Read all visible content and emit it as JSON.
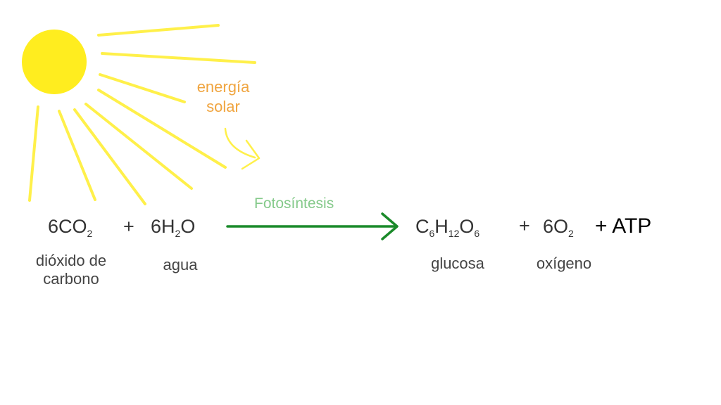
{
  "colors": {
    "sun": "#ffed1f",
    "rays": "#fff04a",
    "energy_text": "#f0a540",
    "process_text": "#84c98a",
    "arrow": "#1a8a2a",
    "formula_text": "#333333",
    "atp_text": "#000000"
  },
  "sun": {
    "icon": "sun-icon",
    "energy_line1": "energía",
    "energy_line2": "solar"
  },
  "process": {
    "label": "Fotosíntesis",
    "icon": "reaction-arrow-icon"
  },
  "reactants": [
    {
      "coef": "6",
      "parts": [
        [
          "C",
          ""
        ],
        [
          "O",
          "2"
        ]
      ],
      "label_lines": [
        "dióxido de",
        "carbono"
      ]
    },
    {
      "coef": "6",
      "parts": [
        [
          "H",
          "2"
        ],
        [
          "O",
          ""
        ]
      ],
      "label_lines": [
        "agua"
      ]
    }
  ],
  "products": [
    {
      "coef": "",
      "parts": [
        [
          "C",
          "6"
        ],
        [
          "H",
          "12"
        ],
        [
          "O",
          "6"
        ]
      ],
      "label_lines": [
        "glucosa"
      ]
    },
    {
      "coef": "6",
      "parts": [
        [
          "O",
          "2"
        ]
      ],
      "label_lines": [
        "oxígeno"
      ]
    }
  ],
  "plus_sign": "+",
  "atp_term": "+ ATP"
}
